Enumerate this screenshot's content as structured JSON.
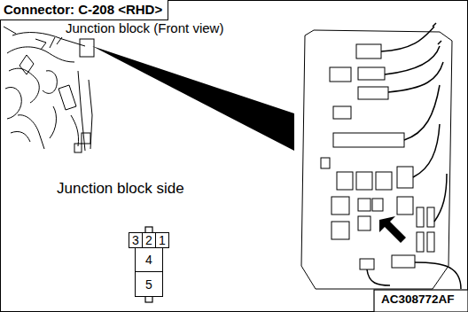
{
  "diagram": {
    "title": "Connector: C-208 <RHD>",
    "nodes": [
      {
        "text": [
          "3"
        ]
      },
      {
        "text": [
          "2"
        ]
      },
      {
        "text": [
          "1"
        ]
      },
      {
        "text": [
          "4"
        ]
      },
      {
        "text": [
          "5"
        ]
      }
    ],
    "labels": [
      "Junction block (Front view)",
      "Junction block side",
      "AC308772AF"
    ]
  }
}
